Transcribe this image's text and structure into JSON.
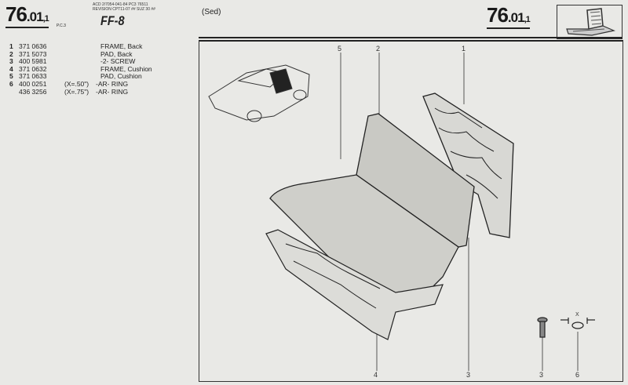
{
  "header": {
    "section_number_left": {
      "main": "76",
      "dot_part": ".01",
      "sub": "1"
    },
    "pc_label": "P.C.3",
    "ref_line_1": "ACD 2/7054-041-84 PC3 76511",
    "ref_line_2": "REVISION CPT11-07 ## SUZ  30 ##",
    "model_code": "FF-8",
    "body_style": "(Sed)",
    "section_number_right": {
      "main": "76",
      "dot_part": ".01",
      "sub": "1"
    }
  },
  "parts_list": [
    {
      "item": "1",
      "part_no": "371 0636",
      "qualifier": "",
      "description": "FRAME, Back"
    },
    {
      "item": "2",
      "part_no": "371 5073",
      "qualifier": "",
      "description": "PAD, Back"
    },
    {
      "item": "3",
      "part_no": "400 5981",
      "qualifier": "",
      "description": "-2- SCREW"
    },
    {
      "item": "4",
      "part_no": "371 0632",
      "qualifier": "",
      "description": "FRAME, Cushion"
    },
    {
      "item": "5",
      "part_no": "371 0633",
      "qualifier": "",
      "description": "PAD, Cushion"
    },
    {
      "item": "6",
      "part_no": "400 0251",
      "qualifier": "(X=.50\")",
      "description": "-AR- RING"
    },
    {
      "item": "",
      "part_no": "436 3256",
      "qualifier": "(X=.75\")",
      "description": "-AR- RING"
    }
  ],
  "diagram": {
    "callouts_top": [
      "5",
      "2",
      "1"
    ],
    "callouts_bottom": [
      "4",
      "3",
      "3",
      "6"
    ],
    "dimension_label": "X"
  }
}
